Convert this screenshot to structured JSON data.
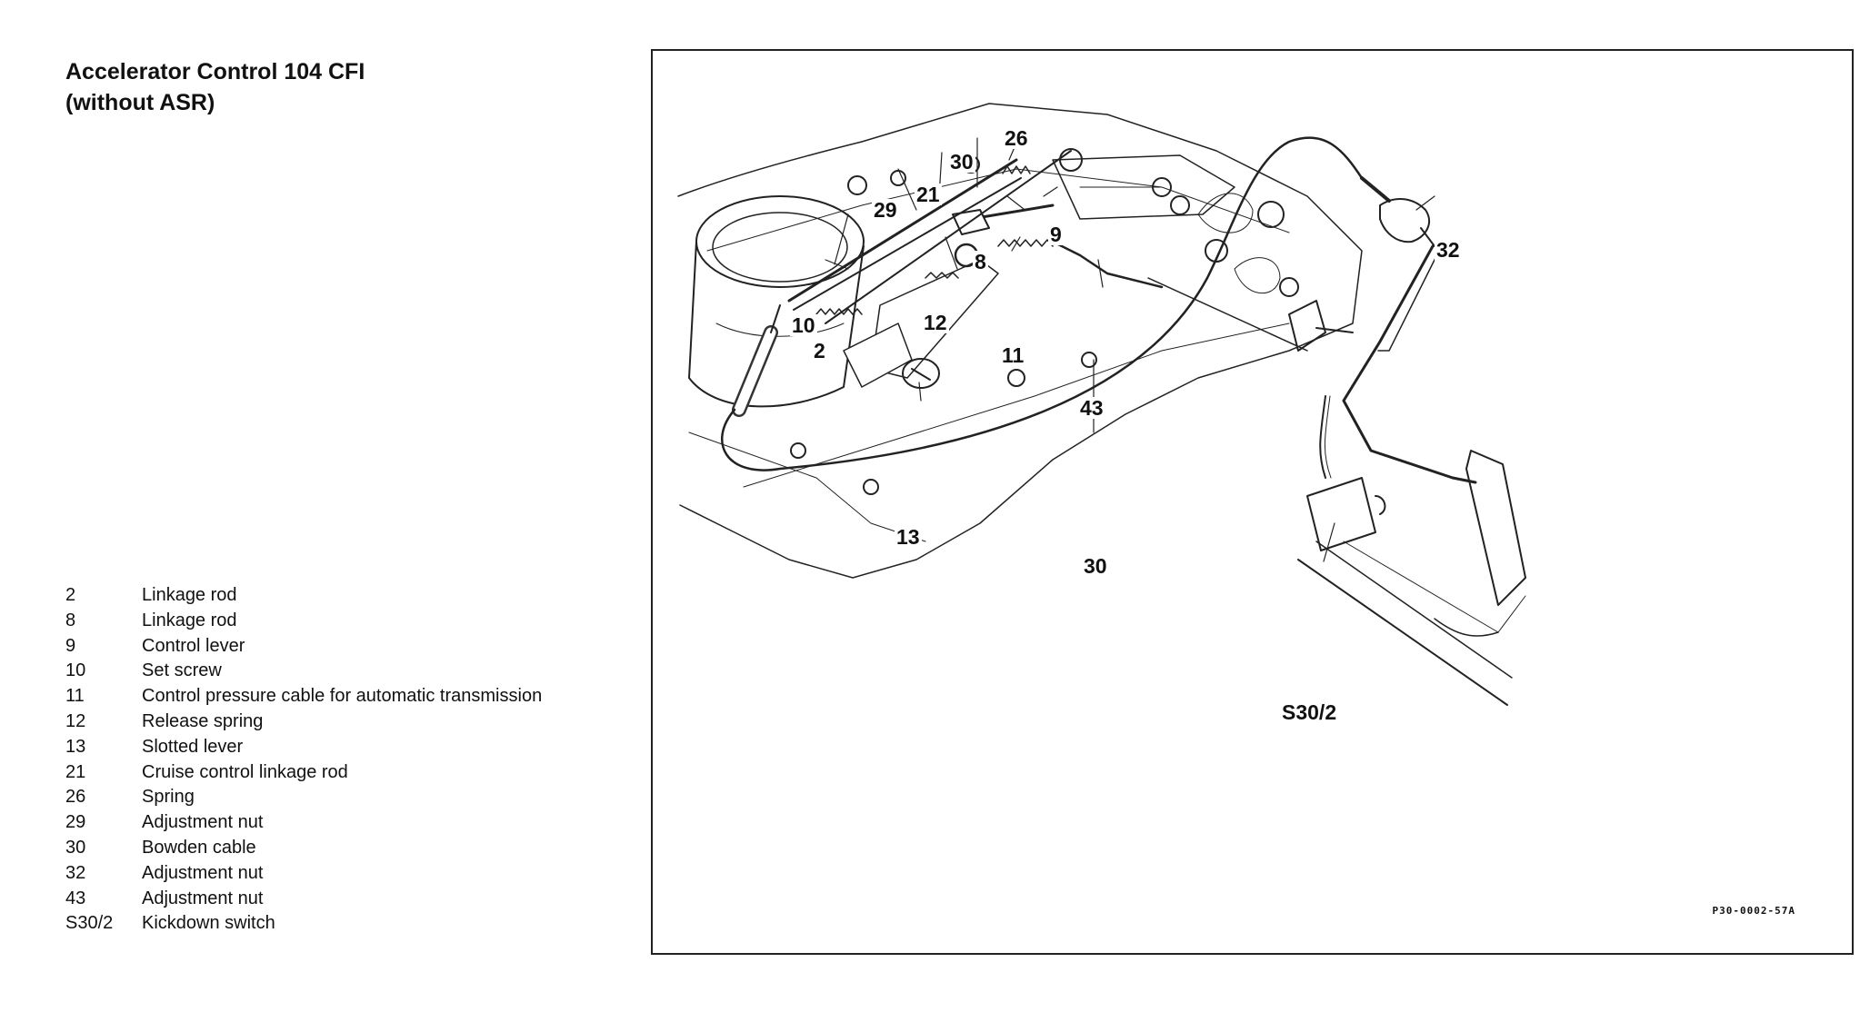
{
  "title": {
    "line1": "Accelerator Control 104 CFI",
    "line2": "(without ASR)"
  },
  "legend": [
    {
      "num": "2",
      "label": "Linkage rod"
    },
    {
      "num": "8",
      "label": "Linkage rod"
    },
    {
      "num": "9",
      "label": "Control lever"
    },
    {
      "num": "10",
      "label": "Set screw"
    },
    {
      "num": "11",
      "label": "Control pressure cable for automatic transmission"
    },
    {
      "num": "12",
      "label": "Release spring"
    },
    {
      "num": "13",
      "label": "Slotted lever"
    },
    {
      "num": "21",
      "label": "Cruise control linkage rod"
    },
    {
      "num": "26",
      "label": "Spring"
    },
    {
      "num": "29",
      "label": "Adjustment nut"
    },
    {
      "num": "30",
      "label": "Bowden cable"
    },
    {
      "num": "32",
      "label": "Adjustment nut"
    },
    {
      "num": "43",
      "label": "Adjustment nut"
    },
    {
      "num": "S30/2",
      "label": "Kickdown switch"
    }
  ],
  "callouts": {
    "c26": "26",
    "c30a": "30",
    "c21": "21",
    "c29": "29",
    "c9": "9",
    "c8": "8",
    "c32": "32",
    "c10": "10",
    "c2": "2",
    "c12": "12",
    "c11": "11",
    "c43": "43",
    "c13": "13",
    "c30b": "30",
    "cS302": "S30/2"
  },
  "figure_ref": "P30-0002-57A"
}
